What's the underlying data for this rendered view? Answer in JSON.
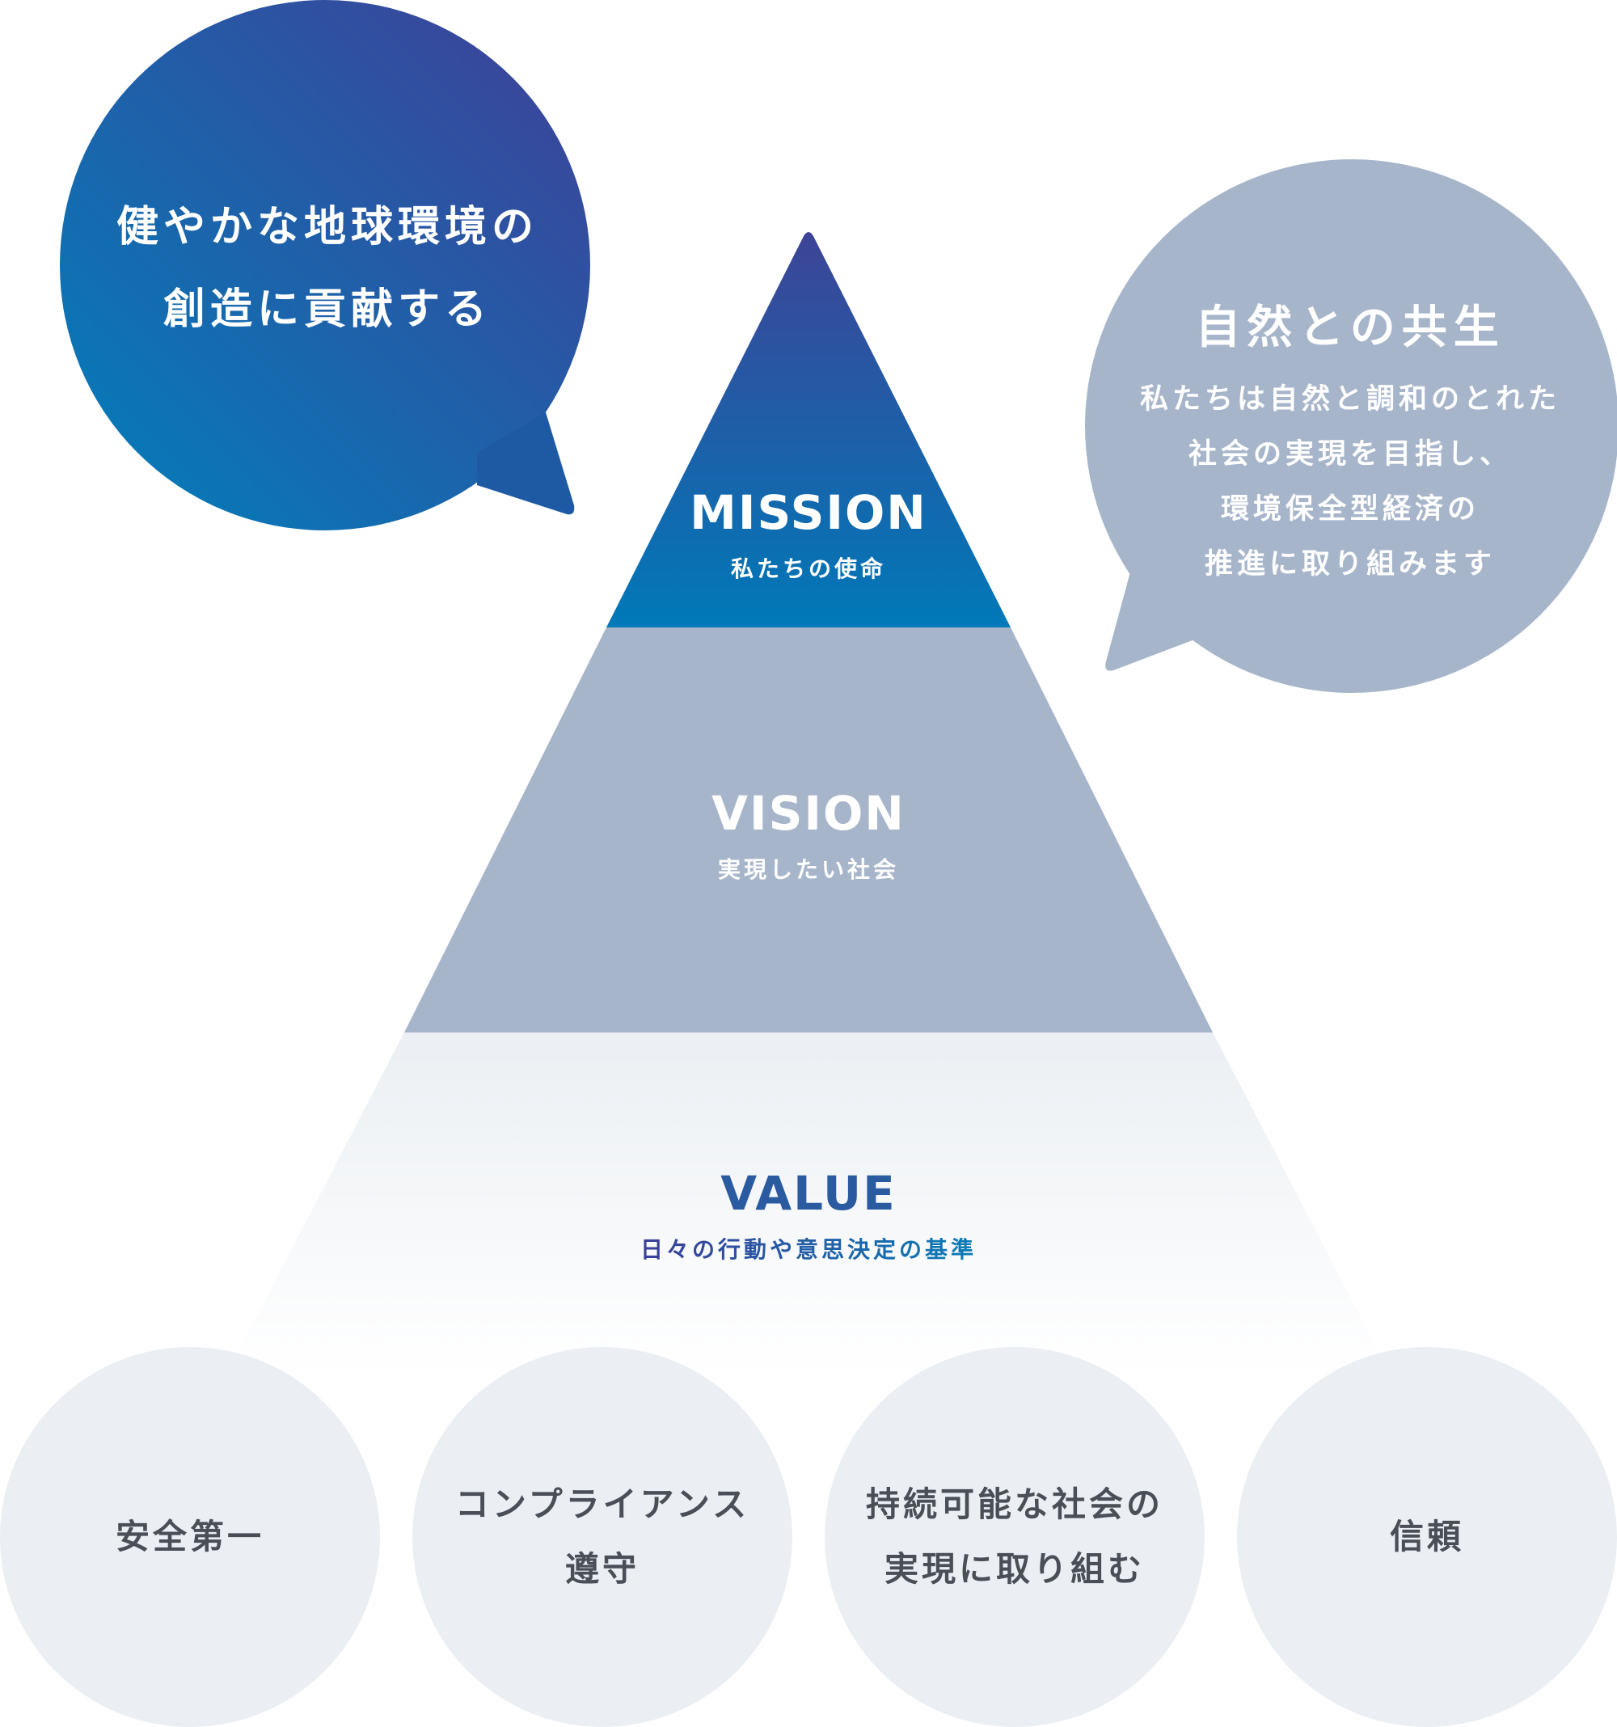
{
  "mission_bubble": {
    "lines": [
      "健やかな地球環境の",
      "創造に貢献する"
    ]
  },
  "vision_bubble": {
    "heading": "自然との共生",
    "lines": [
      "私たちは自然と調和のとれた",
      "社会の実現を目指し、",
      "環境保全型経済の",
      "推進に取り組みます"
    ]
  },
  "pyramid": {
    "mission": {
      "title": "MISSION",
      "subtitle": "私たちの使命"
    },
    "vision": {
      "title": "VISION",
      "subtitle": "実現したい社会"
    },
    "value": {
      "title": "VALUE",
      "subtitle": "日々の行動や意思決定の基準"
    }
  },
  "values": [
    {
      "lines": [
        "安全第一"
      ]
    },
    {
      "lines": [
        "コンプライアンス",
        "遵守"
      ]
    },
    {
      "lines": [
        "持続可能な社会の",
        "実現に取り組む"
      ]
    },
    {
      "lines": [
        "信頼"
      ]
    }
  ],
  "colors": {
    "mission_start": "#3d4497",
    "mission_end": "#0079b8",
    "vision": "#a7b5cb",
    "value_text": "#2a5aa0",
    "circle": "#ebeff3"
  }
}
